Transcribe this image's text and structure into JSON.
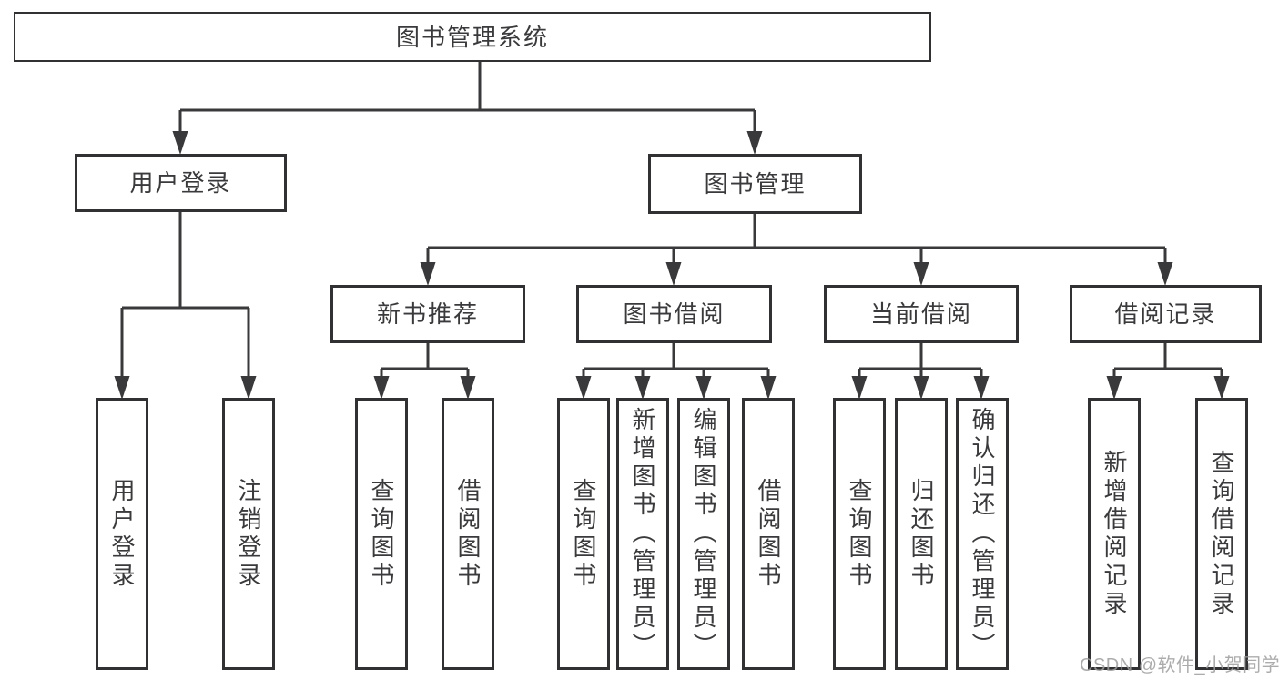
{
  "diagram": {
    "root": "图书管理系统",
    "level2": {
      "user": "用户登录",
      "book": "图书管理"
    },
    "level3": {
      "newbook": "新书推荐",
      "borrow": "图书借阅",
      "current": "当前借阅",
      "records": "借阅记录"
    },
    "leaves": {
      "user_login": "用户登录",
      "user_logout": "注销登录",
      "newbook_query": "查询图书",
      "newbook_borrow": "借阅图书",
      "borrow_query": "查询图书",
      "borrow_add": "新增图书（管理员）",
      "borrow_edit": "编辑图书（管理员）",
      "borrow_borrow": "借阅图书",
      "current_query": "查询图书",
      "current_return": "归还图书",
      "current_confirm": "确认归还（管理员）",
      "records_add": "新增借阅记录",
      "records_query": "查询借阅记录"
    }
  },
  "watermark": "CSDN @软件_小贺同学",
  "colors": {
    "background": "#ffffff",
    "line": "#39393b",
    "box_border": "#313133",
    "text": "#3a3a3c",
    "watermark": "#9e9e9e"
  }
}
